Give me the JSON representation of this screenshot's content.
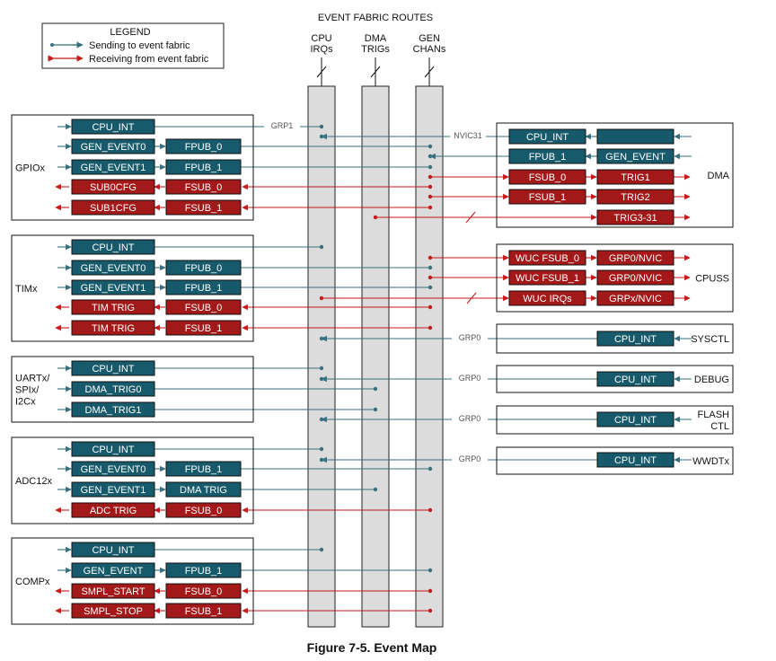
{
  "colors": {
    "teal": "#165a6b",
    "red": "#a31818",
    "line_teal": "#36707e",
    "line_red": "#c81818",
    "bus_fill": "#dcdcdc"
  },
  "legend": {
    "title": "LEGEND",
    "sending": "Sending to event fabric",
    "receiving": "Receiving from event fabric"
  },
  "fabric": {
    "title": "EVENT FABRIC ROUTES",
    "columns": [
      {
        "lines": [
          "CPU",
          "IRQs"
        ]
      },
      {
        "lines": [
          "DMA",
          "TRIGs"
        ]
      },
      {
        "lines": [
          "GEN",
          "CHANs"
        ]
      }
    ]
  },
  "left_groups": [
    {
      "label_lines": [
        "GPIOx"
      ],
      "rows": [
        {
          "dir": "send",
          "a": "CPU_INT",
          "bus": "cpu",
          "tag": "GRP1"
        },
        {
          "dir": "send",
          "a": "GEN_EVENT0",
          "b": "FPUB_0",
          "bus": "gen"
        },
        {
          "dir": "send",
          "a": "GEN_EVENT1",
          "b": "FPUB_1",
          "bus": "gen"
        },
        {
          "dir": "recv",
          "a": "SUB0CFG",
          "b": "FSUB_0",
          "bus": "gen"
        },
        {
          "dir": "recv",
          "a": "SUB1CFG",
          "b": "FSUB_1",
          "bus": "gen"
        }
      ]
    },
    {
      "label_lines": [
        "TIMx"
      ],
      "rows": [
        {
          "dir": "send",
          "a": "CPU_INT",
          "bus": "cpu"
        },
        {
          "dir": "send",
          "a": "GEN_EVENT0",
          "b": "FPUB_0",
          "bus": "gen"
        },
        {
          "dir": "send",
          "a": "GEN_EVENT1",
          "b": "FPUB_1",
          "bus": "gen"
        },
        {
          "dir": "recv",
          "a": "TIM TRIG",
          "b": "FSUB_0",
          "bus": "gen"
        },
        {
          "dir": "recv",
          "a": "TIM TRIG",
          "b": "FSUB_1",
          "bus": "gen"
        }
      ]
    },
    {
      "label_lines": [
        "UARTx/",
        "SPIx/",
        "I2Cx"
      ],
      "rows": [
        {
          "dir": "send",
          "a": "CPU_INT",
          "bus": "cpu"
        },
        {
          "dir": "send",
          "a": "DMA_TRIG0",
          "bus": "dma"
        },
        {
          "dir": "send",
          "a": "DMA_TRIG1",
          "bus": "dma"
        }
      ]
    },
    {
      "label_lines": [
        "ADC12x"
      ],
      "rows": [
        {
          "dir": "send",
          "a": "CPU_INT",
          "bus": "cpu"
        },
        {
          "dir": "send",
          "a": "GEN_EVENT0",
          "b": "FPUB_1",
          "bus": "gen"
        },
        {
          "dir": "send",
          "a": "GEN_EVENT1",
          "b": "DMA TRIG",
          "bus": "dma"
        },
        {
          "dir": "recv",
          "a": "ADC TRIG",
          "b": "FSUB_0",
          "bus": "gen"
        }
      ]
    },
    {
      "label_lines": [
        "COMPx"
      ],
      "rows": [
        {
          "dir": "send",
          "a": "CPU_INT",
          "bus": "cpu"
        },
        {
          "dir": "send",
          "a": "GEN_EVENT",
          "b": "FPUB_1",
          "bus": "gen"
        },
        {
          "dir": "recv",
          "a": "SMPL_START",
          "b": "FSUB_0",
          "bus": "gen"
        },
        {
          "dir": "recv",
          "a": "SMPL_STOP",
          "b": "FSUB_1",
          "bus": "gen"
        }
      ]
    }
  ],
  "right_groups": [
    {
      "label_lines": [
        "DMA"
      ],
      "rows": [
        {
          "dir": "send",
          "a": "CPU_INT",
          "bus": "cpu",
          "tag": "NVIC31"
        },
        {
          "dir": "send",
          "a": "FPUB_1",
          "b": "GEN_EVENT",
          "bus": "gen"
        },
        {
          "dir": "recv",
          "a": "FSUB_0",
          "b": "TRIG1",
          "bus": "gen"
        },
        {
          "dir": "recv",
          "a": "FSUB_1",
          "b": "TRIG2",
          "bus": "gen"
        },
        {
          "dir": "recv",
          "b": "TRIG3-31",
          "bus": "dma",
          "slash": true
        }
      ]
    },
    {
      "label_lines": [
        "CPUSS"
      ],
      "rows": [
        {
          "dir": "recv",
          "a": "WUC FSUB_0",
          "b": "GRP0/NVIC",
          "bus": "gen"
        },
        {
          "dir": "recv",
          "a": "WUC FSUB_1",
          "b": "GRP0/NVIC",
          "bus": "gen"
        },
        {
          "dir": "recv",
          "a": "WUC IRQs",
          "b": "GRPx/NVIC",
          "bus": "cpu",
          "slash": true
        }
      ]
    },
    {
      "label_lines": [
        "SYSCTL"
      ],
      "rows": [
        {
          "dir": "send",
          "b": "CPU_INT",
          "bus": "cpu",
          "tag": "GRP0"
        }
      ]
    },
    {
      "label_lines": [
        "DEBUG"
      ],
      "rows": [
        {
          "dir": "send",
          "b": "CPU_INT",
          "bus": "cpu",
          "tag": "GRP0"
        }
      ]
    },
    {
      "label_lines": [
        "FLASH",
        "CTL"
      ],
      "rows": [
        {
          "dir": "send",
          "b": "CPU_INT",
          "bus": "cpu",
          "tag": "GRP0"
        }
      ]
    },
    {
      "label_lines": [
        "WWDTx"
      ],
      "rows": [
        {
          "dir": "send",
          "b": "CPU_INT",
          "bus": "cpu",
          "tag": "GRP0"
        }
      ]
    }
  ],
  "caption": "Figure 7-5. Event Map"
}
